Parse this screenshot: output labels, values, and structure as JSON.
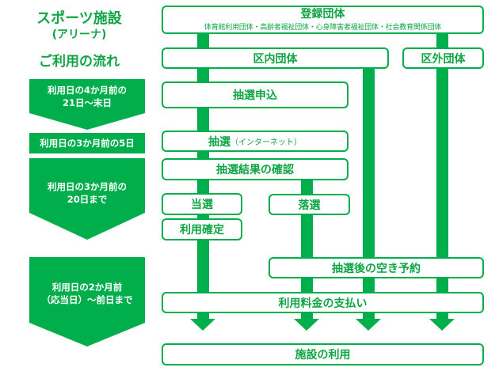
{
  "title": {
    "line1": "スポーツ施設",
    "line2": "(アリーナ)",
    "line3": "ご利用の流れ"
  },
  "phases": [
    {
      "line1": "利用日の4か月前の",
      "line2": "21日～末日"
    },
    {
      "line1": "利用日の3か月前の5日",
      "line2": ""
    },
    {
      "line1": "利用日の3か月前の",
      "line2": "20日まで"
    },
    {
      "line1": "利用日の2か月前",
      "line2": "（応当日）～前日まで"
    }
  ],
  "boxes": {
    "registered": {
      "label": "登録団体",
      "sub": "体育館利用団体・高齢者福祉団体・心身障害者福祉団体・社会教育関係団体"
    },
    "inside_ward": {
      "label": "区内団体"
    },
    "outside_ward": {
      "label": "区外団体"
    },
    "lottery_apply": {
      "label": "抽選申込"
    },
    "lottery": {
      "label": "抽選",
      "note": "（インターネット）"
    },
    "lottery_result": {
      "label": "抽選結果の確認"
    },
    "won": {
      "label": "当選"
    },
    "lost": {
      "label": "落選"
    },
    "use_confirmed": {
      "label": "利用確定"
    },
    "vacancy_booking": {
      "label": "抽選後の空き予約"
    },
    "payment": {
      "label": "利用料金の支払い"
    },
    "facility_use": {
      "label": "施設の利用"
    }
  },
  "colors": {
    "accent": "#00ae4c",
    "text": "#0fa544",
    "background": "#ffffff"
  }
}
